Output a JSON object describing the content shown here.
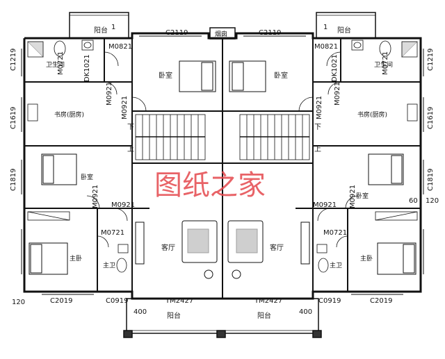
{
  "plan": {
    "watermark": "图纸之家",
    "rooms": {
      "balcony_top": "阳台",
      "balcony_bottom": "阳台",
      "flue": "烟囱",
      "bathroom": "卫生间",
      "bedroom": "卧室",
      "study": "书房(厨房)",
      "living": "客厅",
      "master": "主卧",
      "master_bath": "主卫"
    },
    "codes": {
      "c2119": "C2119",
      "m0821": "M0821",
      "m0721": "M0721",
      "dk1021": "DK1021",
      "c1219": "C1219",
      "m0921": "M0921",
      "c1619": "C1619",
      "c1819": "C1819",
      "c2019": "C2019",
      "c0919": "C0919",
      "tm2427": "TM2427"
    },
    "dims": {
      "d400": "400",
      "d60": "60",
      "d120": "120",
      "d1": "1"
    },
    "stairs": {
      "down": "下",
      "up": "上"
    }
  }
}
